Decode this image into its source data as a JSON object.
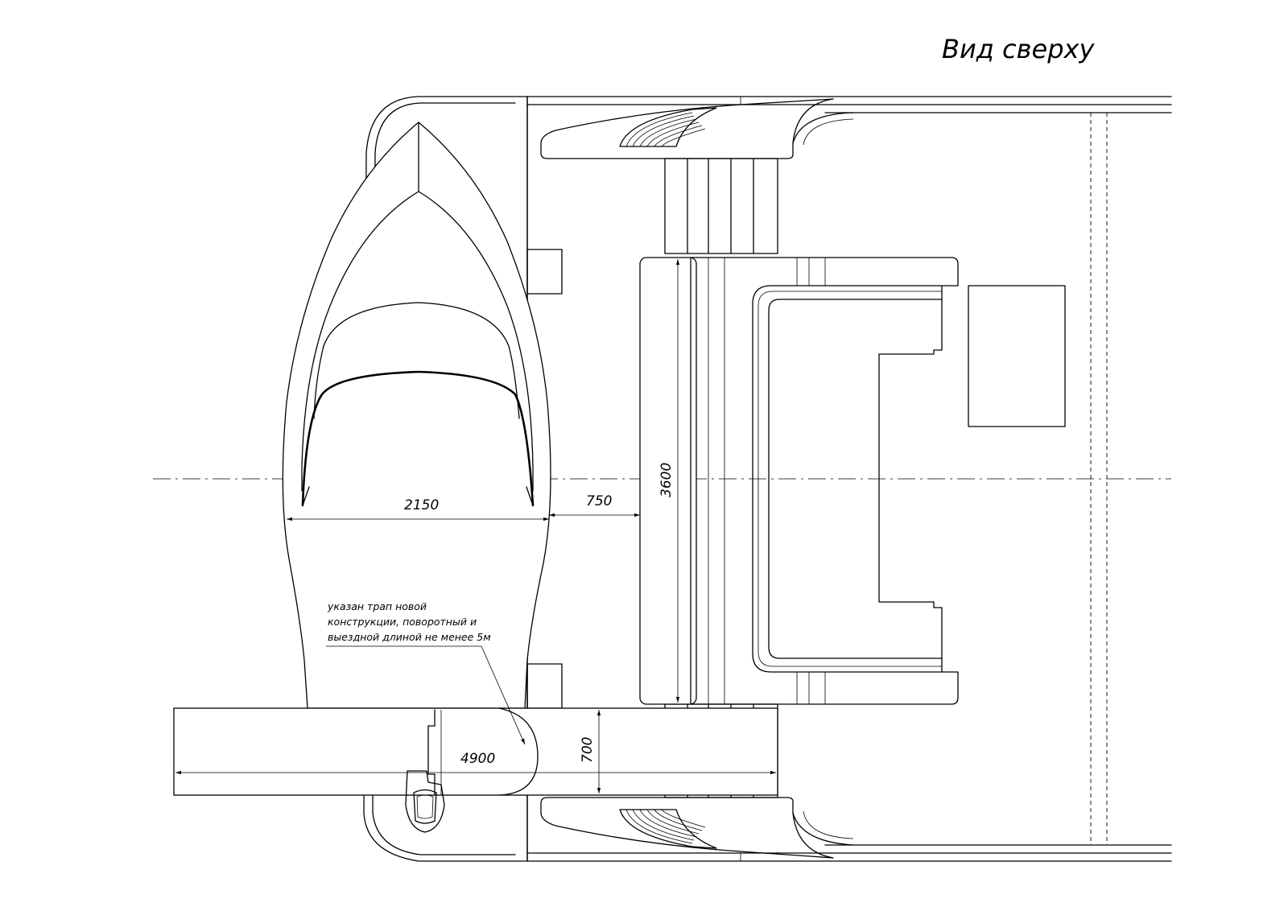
{
  "title": "Вид сверху",
  "dimensions": {
    "boat_width": "2150",
    "gap": "750",
    "dock_length": "3600",
    "gangway_length": "4900",
    "gangway_width": "700"
  },
  "note": {
    "line1": "указан трап новой",
    "line2": "конструкции, поворотный и",
    "line3": "выездной длиной не менее 5м"
  }
}
